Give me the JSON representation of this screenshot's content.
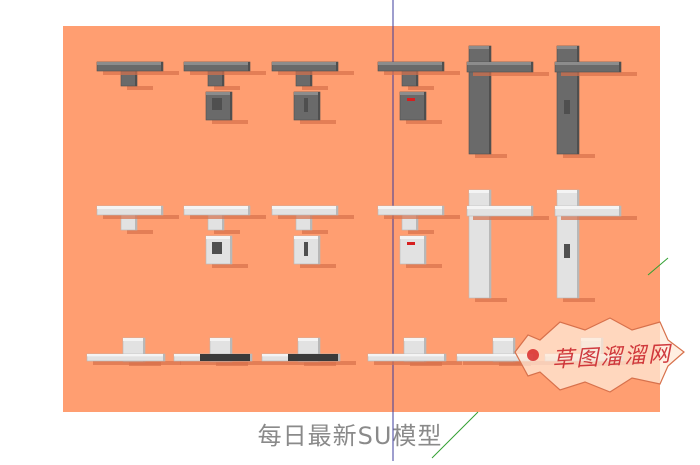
{
  "scene": {
    "colors": {
      "background": "#ffffff",
      "ground": "#ff9e71",
      "shadow": "#d7714c",
      "dark_metal": "#6a6a6a",
      "dark_metal_top": "#8c8c8c",
      "dark_metal_side": "#4f4f4f",
      "silver": "#e2e2e2",
      "silver_top": "#f4f4f4",
      "silver_side": "#b8b8b8",
      "black_grip": "#3a3a3a",
      "indicator_red": "#d61f1f",
      "axis_blue": "#3c3c9c",
      "axis_green": "#32a032"
    },
    "rows": [
      {
        "name": "dark-handles",
        "finish": "dark",
        "variants": [
          "lever-rose",
          "lever-plate-key",
          "lever-plate-slot",
          "lever-plate-indicator",
          "lever-long-plate",
          "lever-long-plate-key"
        ]
      },
      {
        "name": "silver-handles",
        "finish": "silver",
        "variants": [
          "lever-rose",
          "lever-plate-key",
          "lever-plate-slot",
          "lever-plate-indicator",
          "lever-long-plate",
          "lever-long-plate-key"
        ]
      },
      {
        "name": "flat-pulls",
        "finish": "silver",
        "variants": [
          "pull-plain",
          "pull-black-grip",
          "pull-black-grip",
          "pull-thin",
          "pull-thin",
          "pull-thin"
        ]
      }
    ]
  },
  "caption": "每日最新SU模型",
  "watermark": {
    "text": "草图溜溜网",
    "icon": "stamp-badge-icon"
  }
}
